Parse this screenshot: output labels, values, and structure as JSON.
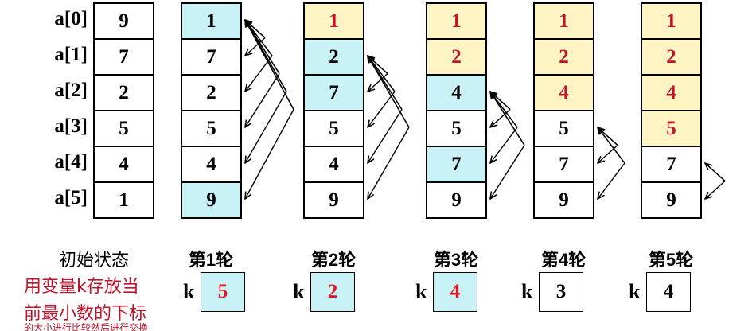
{
  "index_labels": [
    "a[0]",
    "a[1]",
    "a[2]",
    "a[3]",
    "a[4]",
    "a[5]"
  ],
  "columns": [
    {
      "label": "初始状态",
      "values": [
        "9",
        "7",
        "2",
        "5",
        "4",
        "1"
      ],
      "sorted_count": 0,
      "swapped": []
    },
    {
      "label": "第1轮",
      "values": [
        "1",
        "7",
        "2",
        "5",
        "4",
        "9"
      ],
      "sorted_count": 0,
      "swapped": [
        0,
        5
      ],
      "k": "5",
      "k_changed": true
    },
    {
      "label": "第2轮",
      "values": [
        "1",
        "2",
        "7",
        "5",
        "4",
        "9"
      ],
      "sorted_count": 1,
      "swapped": [
        1,
        2
      ],
      "k": "2",
      "k_changed": true
    },
    {
      "label": "第3轮",
      "values": [
        "1",
        "2",
        "4",
        "5",
        "7",
        "9"
      ],
      "sorted_count": 2,
      "swapped": [
        2,
        4
      ],
      "k": "4",
      "k_changed": true
    },
    {
      "label": "第4轮",
      "values": [
        "1",
        "2",
        "4",
        "5",
        "7",
        "9"
      ],
      "sorted_count": 3,
      "swapped": [],
      "k": "3",
      "k_changed": false
    },
    {
      "label": "第5轮",
      "values": [
        "1",
        "2",
        "4",
        "5",
        "7",
        "9"
      ],
      "sorted_count": 4,
      "swapped": [],
      "k": "4",
      "k_changed": false
    }
  ],
  "k_label": "k",
  "note": [
    "用变量k存放当",
    "前最小数的下标"
  ],
  "note_cut": "的大小进行比较然后进行交换",
  "colors": {
    "sorted_fill": "#fef4c4",
    "swap_fill": "#c9f2f6",
    "sorted_text": "#c0142b",
    "k_text": "#e2141d",
    "note_text": "#c0142b"
  }
}
